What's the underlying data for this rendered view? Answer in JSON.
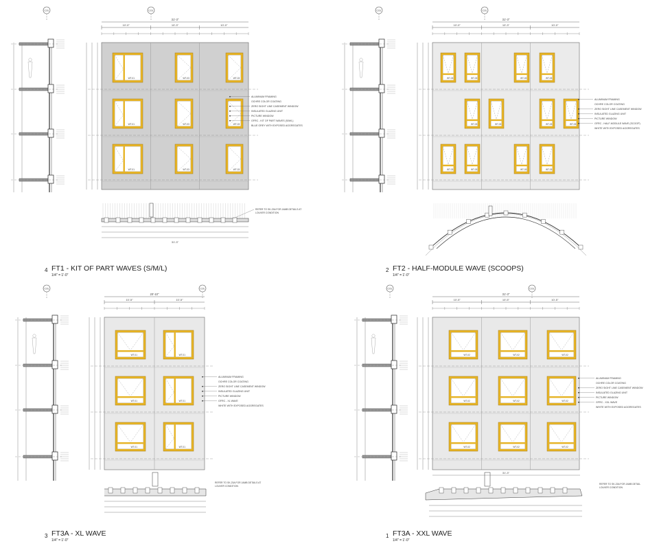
{
  "col_label": "COL",
  "window_colors": {
    "frame": "#E6B325",
    "frame_stroke": "#A8801A",
    "glass": "#FFFFFF"
  },
  "panels": [
    {
      "id": "ft1",
      "number": "4",
      "title": "FT1 - KIT OF PART WAVES (S/M/L)",
      "scale": "1/4\" = 1'-0\"",
      "panel_fill": "#D0D0D0",
      "overall_dim": "31'-3\"",
      "bay_dims": [
        "10'-0\"",
        "10'-3\"",
        "10'-0\""
      ],
      "window_tags": [
        "WT-01",
        "WT-03",
        "WT-03"
      ],
      "notes": [
        "ALUMINUM FRAMING",
        "OCHRE COLOR COATING",
        "ZERO SIGHT LINE CASEMENT WINDOW",
        "INSULATED GLAZING UNIT",
        "PICTURE WINDOW",
        "GFRC - KIT OF PART WAVES (S/M/L)",
        "BLUE GREY WITH EXPOSED AGGREGATES"
      ],
      "plan_note": [
        "REFER TO SK-23A FOR JAMB DETAILS AT",
        "LOUVER CONDITION"
      ]
    },
    {
      "id": "ft2",
      "number": "2",
      "title": "FT2 - HALF-MODULE WAVE (SCOOPS)",
      "scale": "1/4\" = 1'-0\"",
      "panel_fill": "#EBEBEB",
      "overall_dim": "31'-3\"",
      "bay_dims": [
        "10'-0\"",
        "10'-3\"",
        "10'-0\""
      ],
      "window_tags": [
        "WT-03",
        "WT-03",
        "WT-03"
      ],
      "notes": [
        "ALUMINUM FRAMING",
        "OCHRE COLOR COATING",
        "ZERO SIGHT LINE CASEMENT WINDOW",
        "INSULATED GLAZING UNIT",
        "PICTURE WINDOW",
        "GFRC - HALF-MODULE WAVE (SCOOP)",
        "WHITE WITH EXPOSED AGGREGATES"
      ]
    },
    {
      "id": "ft3a-xl",
      "number": "3",
      "title": "FT3A - XL WAVE",
      "scale": "1/4\" = 1'-0\"",
      "panel_fill": "#E9E9E9",
      "overall_dim": "20'-10\"",
      "bay_dims": [
        "10'-5\"",
        "10'-5\""
      ],
      "window_tags": [
        "WT-01",
        "WT-01"
      ],
      "notes": [
        "ALUMINUM FRAMING",
        "OCHRE COLOR COATING",
        "ZERO SIGHT LINE CASEMENT WINDOW",
        "INSULATED GLAZING UNIT",
        "PICTURE WINDOW",
        "GFRC - XL WAVE",
        "WHITE WITH EXPOSED AGGREGATES"
      ],
      "plan_note": [
        "REFER TO SK-23A FOR JAMB DETAILS AT",
        "LOUVER CONDITION"
      ]
    },
    {
      "id": "ft3a-xxl",
      "number": "1",
      "title": "FT3A - XXL WAVE",
      "scale": "1/4\" = 1'-0\"",
      "panel_fill": "#E9E9E9",
      "overall_dim": "31'-3\"",
      "bay_dims": [
        "10'-5\"",
        "10'-5\"",
        "10'-5\""
      ],
      "window_tags": [
        "WT-02",
        "WT-02",
        "WT-02"
      ],
      "notes": [
        "ALUMINUM FRAMING",
        "OCHRE COLOR COATING",
        "ZERO SIGHT LINE CASEMENT WINDOW",
        "INSULATED GLAZING UNIT",
        "PICTURE WINDOW",
        "GFRC - XXL WAVE",
        "WHITE WITH EXPOSED AGGREGATES"
      ],
      "plan_note": [
        "REFER TO SK-23A FOR JAMB DETAIL",
        "LOUVER CONDITION"
      ]
    }
  ]
}
